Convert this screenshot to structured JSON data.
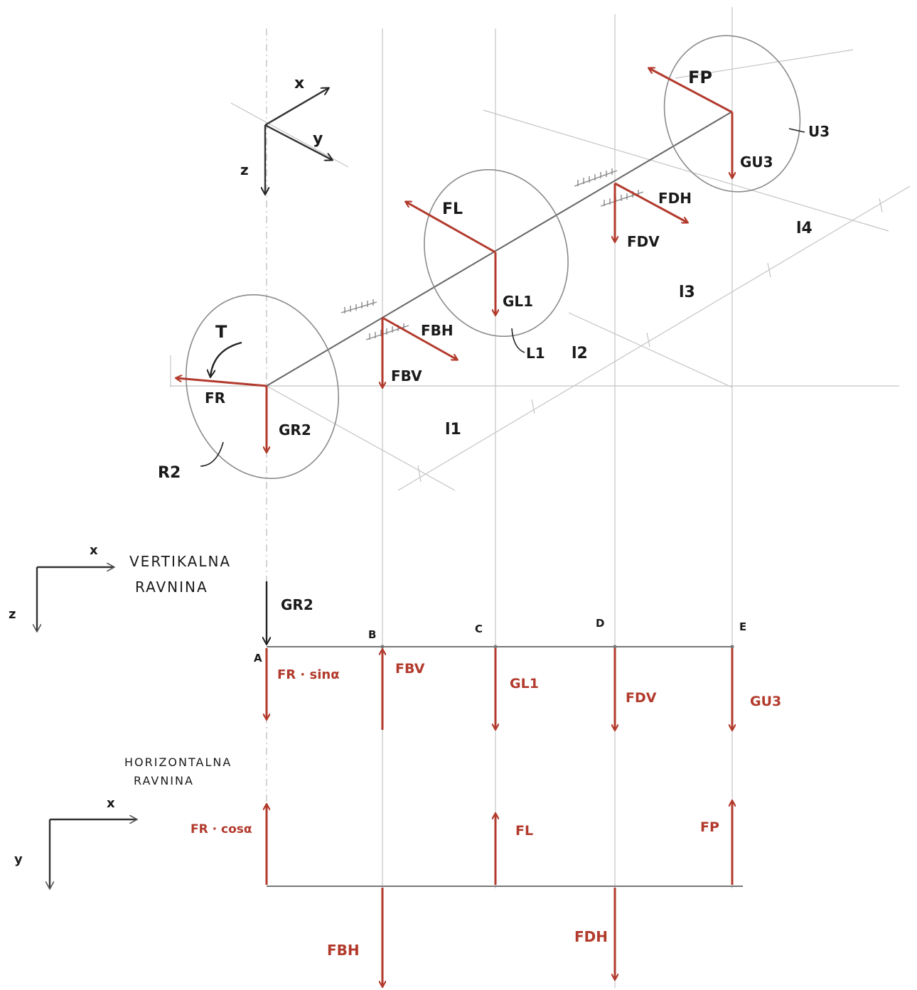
{
  "colors": {
    "force": "#b23a2c",
    "construction": "#c4c4c4",
    "ink": "#1a1a1a"
  },
  "iso_axes": {
    "x": "x",
    "y": "y",
    "z": "z"
  },
  "iso_labels": {
    "T": "T",
    "FR": "FR",
    "GR2": "GR2",
    "R2": "R2",
    "FBV": "FBV",
    "FBH": "FBH",
    "FL": "FL",
    "GL1": "GL1",
    "L1": "L1",
    "FDV": "FDV",
    "FDH": "FDH",
    "FP": "FP",
    "GU3": "GU3",
    "U3": "U3",
    "l1": "l1",
    "l2": "l2",
    "l3": "l3",
    "l4": "l4"
  },
  "vertical_plane": {
    "title_line1": "VERTIKALNA",
    "title_line2": "RAVNINA",
    "axis_x": "x",
    "axis_z": "z",
    "points": [
      "A",
      "B",
      "C",
      "D",
      "E"
    ],
    "labels": {
      "GR2": "GR2",
      "FR_sin": "FR · sinα",
      "FBV": "FBV",
      "GL1": "GL1",
      "FDV": "FDV",
      "GU3": "GU3"
    }
  },
  "horizontal_plane": {
    "title_line1": "HORIZONTALNA",
    "title_line2": "RAVNINA",
    "axis_x": "x",
    "axis_y": "y",
    "labels": {
      "FR_cos": "FR · cosα",
      "FL": "FL",
      "FP": "FP",
      "FBH": "FBH",
      "FDH": "FDH"
    }
  }
}
